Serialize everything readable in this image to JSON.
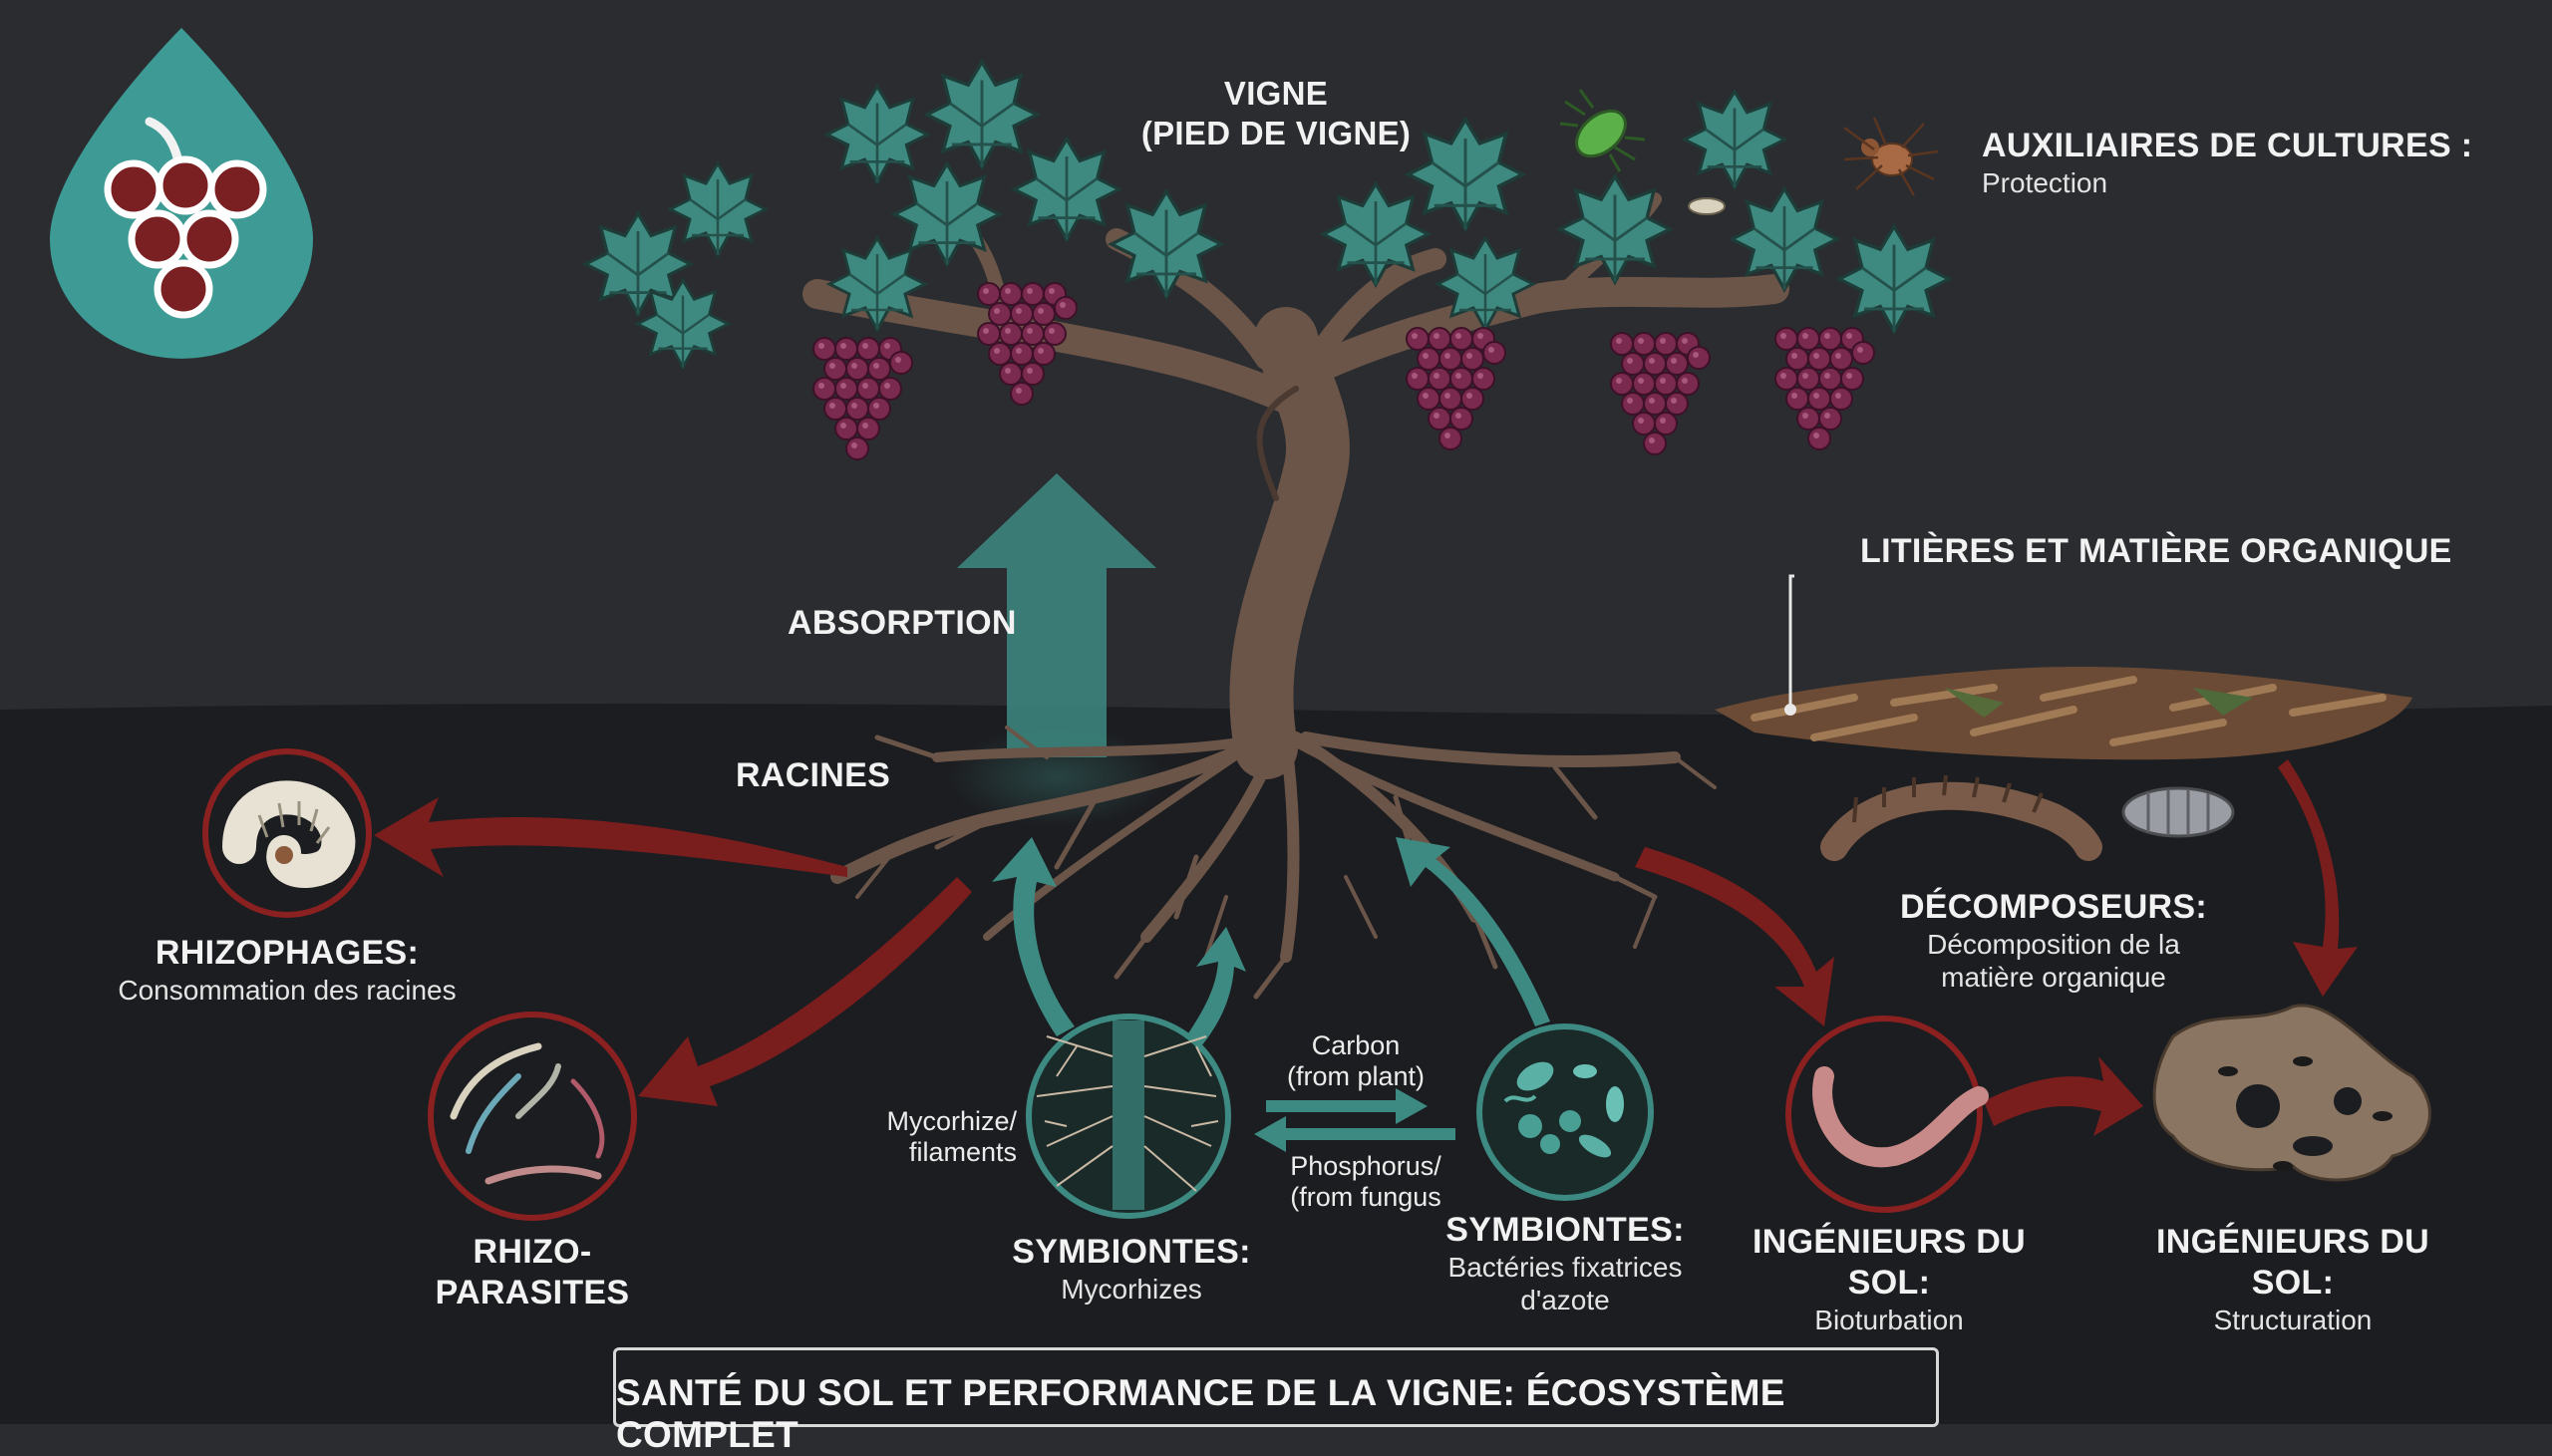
{
  "logo": {
    "icon": "grape-drop-logo-icon",
    "color": "#3d9a94"
  },
  "labels": {
    "vine_line1": "VIGNE",
    "vine_line2": "(PIED DE VIGNE)",
    "auxiliaires_title": "AUXILIAIRES DE CULTURES :",
    "auxiliaires_sub": "Protection",
    "litieres_title": "LITIÈRES ET MATIÈRE ORGANIQUE",
    "absorption": "ABSORPTION",
    "racines": "RACINES",
    "rhizophages_title": "RHIZOPHAGES:",
    "rhizophages_sub": "Consommation des racines",
    "rhizoparasites_title": "RHIZO-PARASITES",
    "mycorhize_line1": "Mycorhize/",
    "mycorhize_line2": "filaments",
    "carbon_line1": "Carbon",
    "carbon_line2": "(from plant)",
    "phosphorus_line1": "Phosphorus/",
    "phosphorus_line2": "(from fungus",
    "symb_myco_title": "SYMBIONTES:",
    "symb_myco_sub": "Mycorhizes",
    "symb_bact_title": "SYMBIONTES:",
    "symb_bact_sub1": "Bactéries fixatrices",
    "symb_bact_sub2": "d'azote",
    "decomposeurs_title": "DÉCOMPOSEURS:",
    "decomposeurs_sub1": "Décomposition de la",
    "decomposeurs_sub2": "matière organique",
    "ing_bio_title": "INGÉNIEURS DU SOL:",
    "ing_bio_sub": "Bioturbation",
    "ing_struct_title": "INGÉNIEURS DU SOL:",
    "ing_struct_sub": "Structuration"
  },
  "banner": "SANTÉ DU SOL ET PERFORMANCE DE LA VIGNE: ÉCOSYSTÈME COMPLET",
  "colors": {
    "sky": "#2a2c30",
    "soil": "#1c1d20",
    "leaf": "#3e8a80",
    "grape": "#7a2a4e",
    "trunk": "#6b5548",
    "teal_arrow": "#3d8a82",
    "red_arrow": "#7a1d1d",
    "circle_red": "#8a2020",
    "circle_teal": "#3d8a82"
  }
}
